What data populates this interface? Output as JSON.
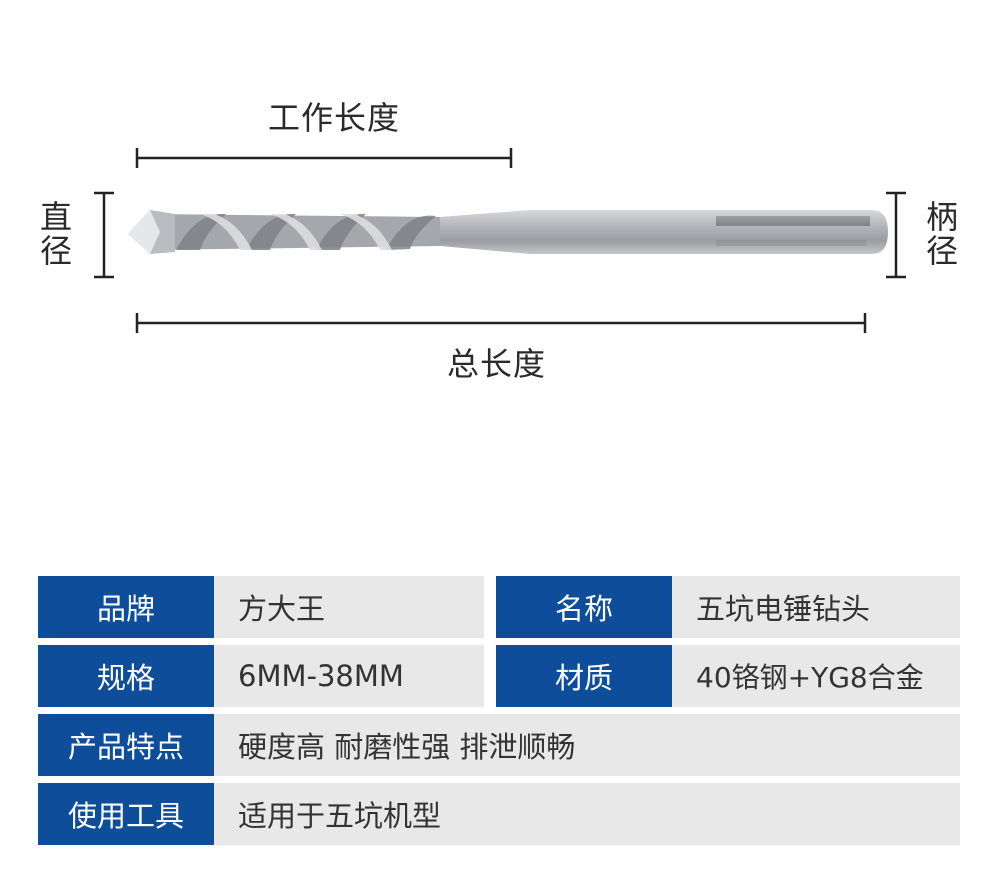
{
  "diagram": {
    "working_length": "工作长度",
    "total_length": "总长度",
    "diameter": "直径",
    "shank_diameter": "柄径"
  },
  "spec": {
    "brand_label": "品牌",
    "brand_value": "方大王",
    "name_label": "名称",
    "name_value": "五坑电锤钻头",
    "size_label": "规格",
    "size_value": "6MM-38MM",
    "material_label": "材质",
    "material_value": "40铬钢+YG8合金",
    "features_label": "产品特点",
    "features_value": "硬度高 耐磨性强 排泄顺畅",
    "usage_label": "使用工具",
    "usage_value": "适用于五坑机型"
  },
  "colors": {
    "key_bg": "#0e4d99",
    "value_bg": "#e8e8e8",
    "drill_metal": "#a9acb0"
  }
}
